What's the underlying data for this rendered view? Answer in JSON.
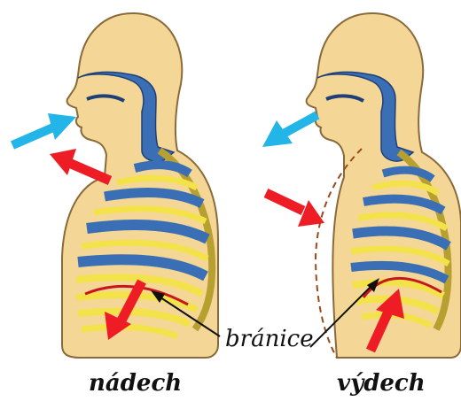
{
  "labels": {
    "inhale": "nádech",
    "exhale": "výdech",
    "diaphragm": "bránice"
  },
  "colors": {
    "skin": "#F4D796",
    "skin_outline": "#8A6A3A",
    "airway": "#3B6FB5",
    "rib_yellow": "#F3E24A",
    "arrow_red": "#EE1C25",
    "arrow_cyan": "#23B5E8",
    "diaphragm": "#C8161D"
  },
  "icons": {
    "air_in": "cyan-arrow-in-icon",
    "air_out": "cyan-arrow-out-icon",
    "chest_expand": "red-arrow-icon",
    "diaphragm_push": "red-arrow-icon"
  }
}
